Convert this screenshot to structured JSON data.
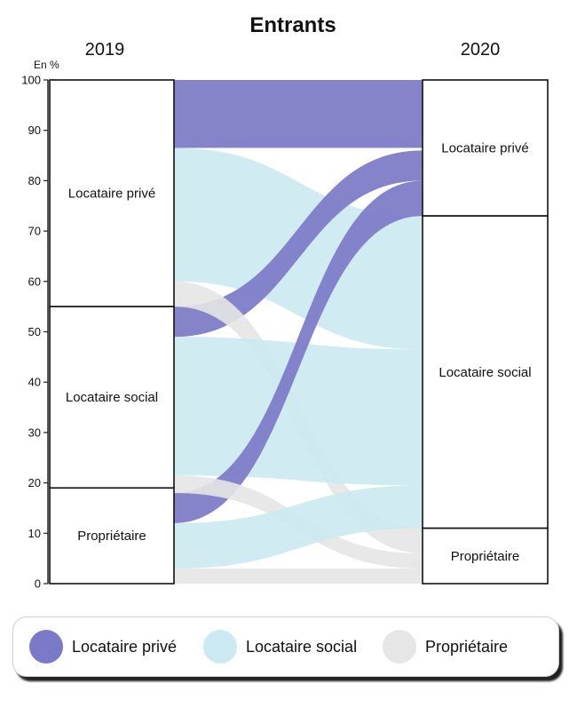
{
  "chart_data": {
    "type": "sankey",
    "title": "Entrants",
    "unit_label": "En %",
    "yticks": [
      0,
      10,
      20,
      30,
      40,
      50,
      60,
      70,
      80,
      90,
      100
    ],
    "ylim": [
      0,
      100
    ],
    "left_title": "2019",
    "right_title": "2020",
    "left_nodes": [
      {
        "label": "Locataire privé",
        "from": 55,
        "to": 100
      },
      {
        "label": "Locataire social",
        "from": 19,
        "to": 55
      },
      {
        "label": "Propriétaire",
        "from": 0,
        "to": 19
      }
    ],
    "right_nodes": [
      {
        "label": "Locataire privé",
        "from": 73,
        "to": 100
      },
      {
        "label": "Locataire social",
        "from": 11,
        "to": 73
      },
      {
        "label": "Propriétaire",
        "from": 0,
        "to": 11
      }
    ],
    "flows": [
      {
        "category": "Locataire privé",
        "left": [
          86.5,
          100
        ],
        "right": [
          86.5,
          100
        ]
      },
      {
        "category": "Locataire social",
        "left": [
          60,
          86.5
        ],
        "right": [
          46.5,
          73
        ]
      },
      {
        "category": "Locataire privé",
        "left": [
          49,
          55
        ],
        "right": [
          80,
          86
        ]
      },
      {
        "category": "Propriétaire",
        "left": [
          55,
          60
        ],
        "right": [
          6,
          11
        ]
      },
      {
        "category": "Locataire social",
        "left": [
          21.5,
          49
        ],
        "right": [
          19.5,
          46.5
        ]
      },
      {
        "category": "Locataire privé",
        "left": [
          12,
          18
        ],
        "right": [
          73,
          80
        ]
      },
      {
        "category": "Propriétaire",
        "left": [
          18,
          21.5
        ],
        "right": [
          3,
          6
        ]
      },
      {
        "category": "Locataire social",
        "left": [
          3,
          12
        ],
        "right": [
          11,
          19.5
        ]
      },
      {
        "category": "Propriétaire",
        "left": [
          0,
          3
        ],
        "right": [
          0,
          3
        ]
      }
    ],
    "series": [
      {
        "name": "Locataire privé",
        "color": "#7b7ac7"
      },
      {
        "name": "Locataire social",
        "color": "#cbe9f1"
      },
      {
        "name": "Propriétaire",
        "color": "#e6e6e6"
      }
    ]
  }
}
